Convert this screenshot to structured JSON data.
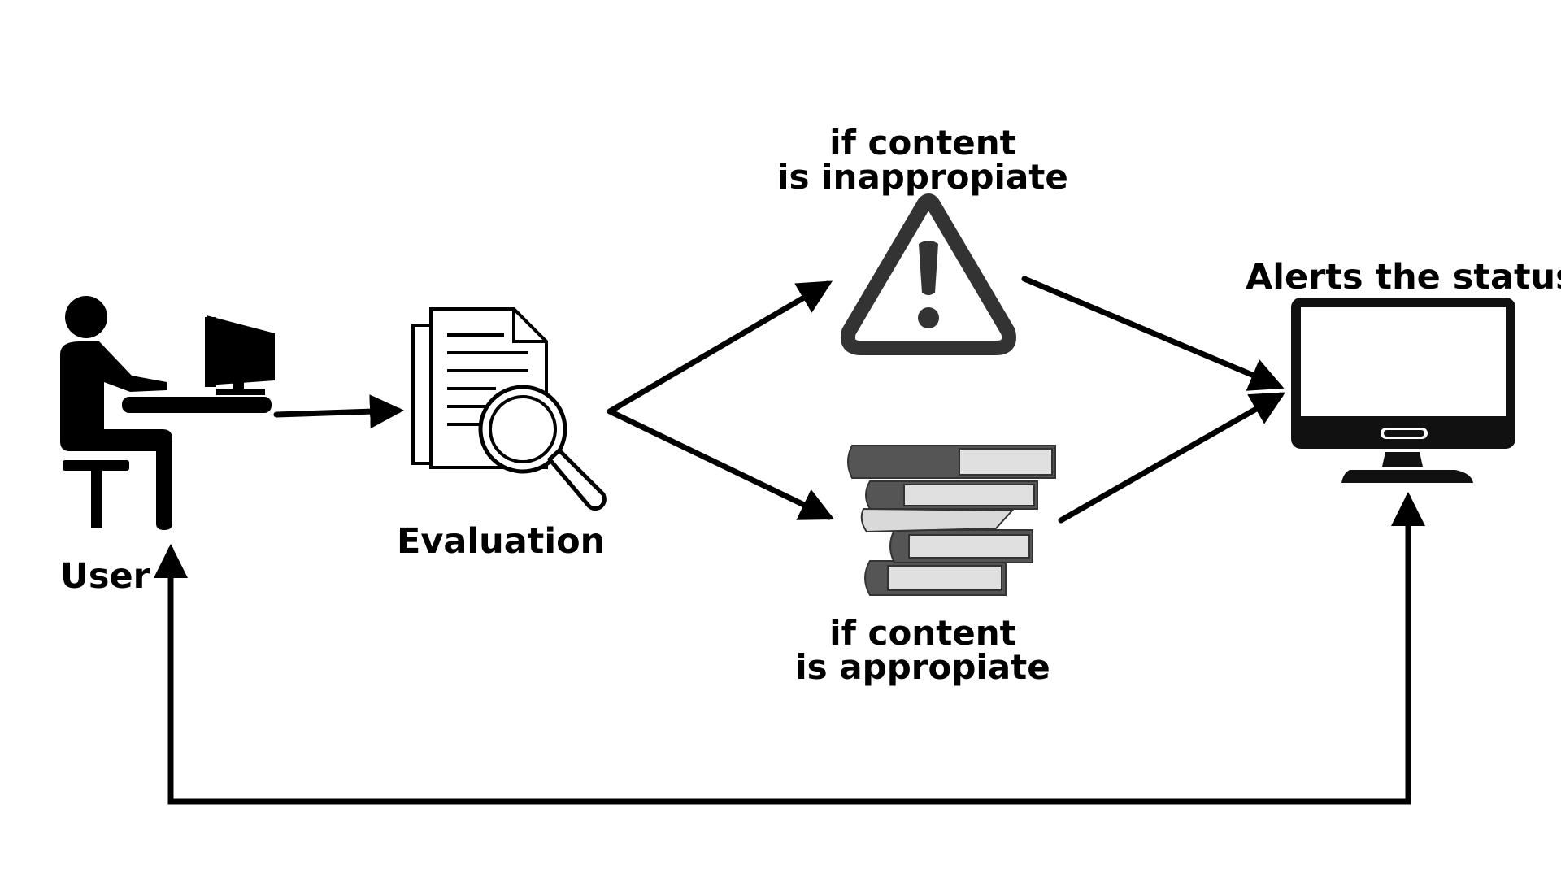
{
  "diagram": {
    "nodes": {
      "user": {
        "label": "User",
        "icon": "user-at-computer-icon"
      },
      "evaluation": {
        "label": "Evaluation",
        "icon": "document-magnifier-icon"
      },
      "inappropriate": {
        "label_line1": "if content",
        "label_line2": "is inappropiate",
        "icon": "warning-triangle-icon"
      },
      "appropriate": {
        "label_line1": "if content",
        "label_line2": "is appropiate",
        "icon": "book-stack-icon"
      },
      "status": {
        "label": "Alerts the status",
        "icon": "monitor-icon"
      }
    },
    "edges": [
      {
        "from": "user",
        "to": "evaluation"
      },
      {
        "from": "evaluation",
        "to": "inappropriate"
      },
      {
        "from": "evaluation",
        "to": "appropriate"
      },
      {
        "from": "inappropriate",
        "to": "status"
      },
      {
        "from": "appropriate",
        "to": "status"
      },
      {
        "from": "status",
        "to": "user"
      }
    ],
    "colors": {
      "ink": "#000000",
      "warning_stroke": "#333333",
      "book_dark": "#555555",
      "book_light": "#d9d9d9"
    }
  }
}
